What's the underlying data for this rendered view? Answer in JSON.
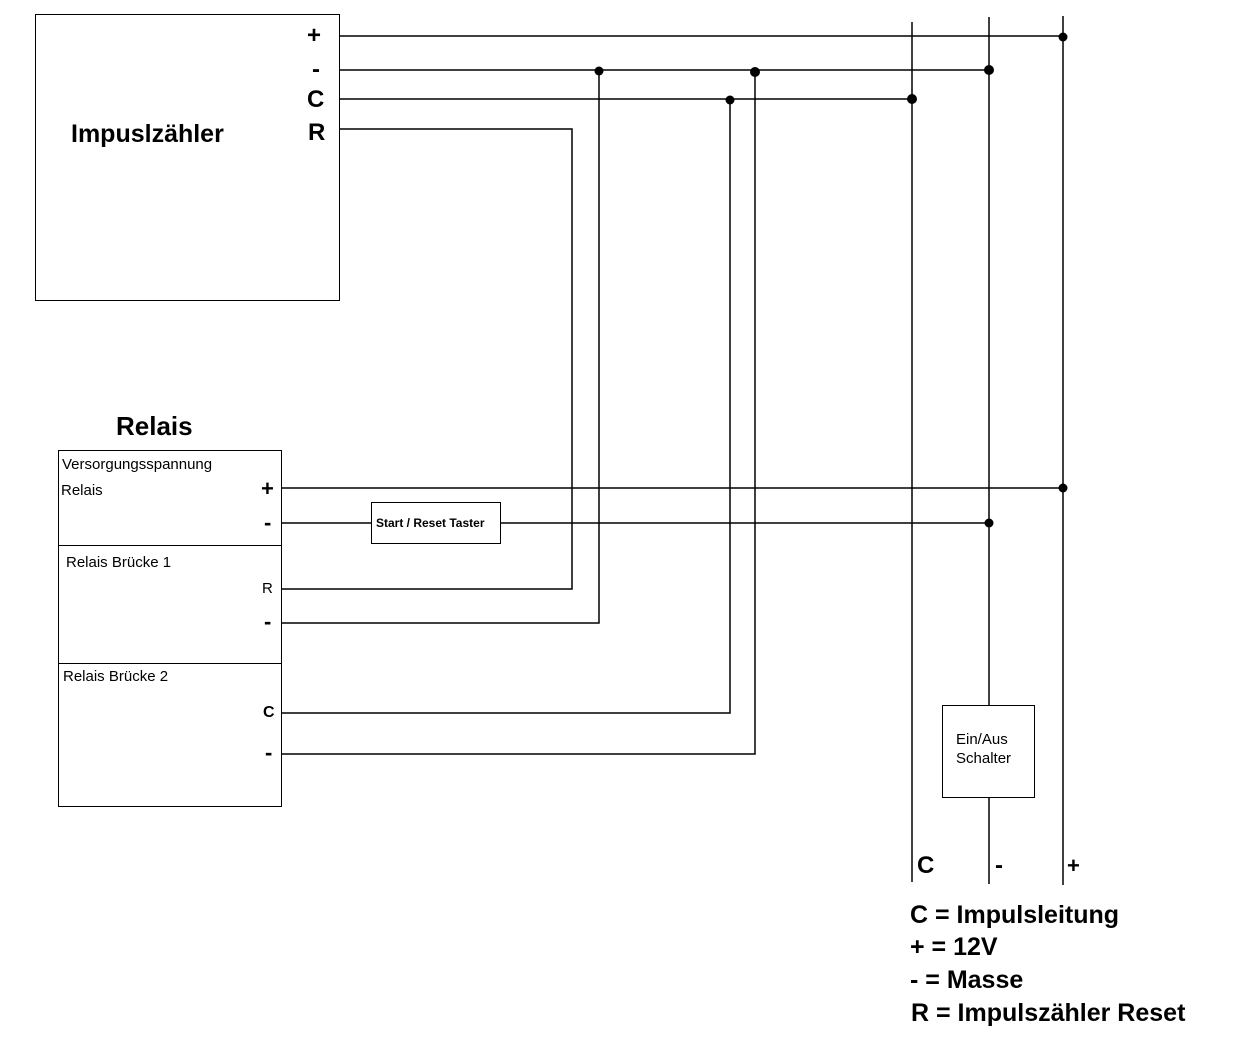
{
  "impulszaehler": {
    "title": "Impuslzähler",
    "terminals": [
      "+",
      "-",
      "C",
      "R"
    ]
  },
  "relais": {
    "title": "Relais",
    "section_supply": {
      "label_line1": "Versorgungsspannung",
      "label_line2": "Relais",
      "terminals": [
        "+",
        "-"
      ]
    },
    "section_bridge1": {
      "label": "Relais Brücke 1",
      "terminals": [
        "R",
        "-"
      ]
    },
    "section_bridge2": {
      "label": "Relais Brücke 2",
      "terminals": [
        "C",
        "-"
      ]
    }
  },
  "start_reset_button": {
    "label": "Start / Reset Taster"
  },
  "on_off_switch": {
    "label_line1": "Ein/Aus",
    "label_line2": "Schalter"
  },
  "bus_labels": [
    "C",
    "-",
    "+"
  ],
  "legend": [
    "C = Impulsleitung",
    "+ = 12V",
    "- = Masse",
    "R = Impulszähler Reset"
  ]
}
